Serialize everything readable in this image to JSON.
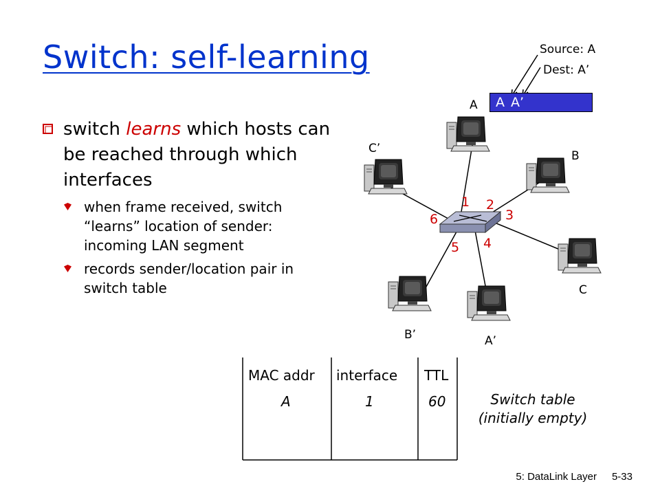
{
  "title": "Switch: self-learning",
  "bullets": {
    "main_pre": "switch ",
    "main_emph": "learns",
    "main_post": " which hosts can be reached through which interfaces",
    "sub1": "when frame received, switch “learns” location of sender: incoming LAN segment",
    "sub2": "records sender/location pair in switch table"
  },
  "frame": {
    "source_label": "Source: A",
    "dest_label": "Dest: A’",
    "src": "A",
    "dst": "A’"
  },
  "hosts": {
    "A": "A",
    "B": "B",
    "C": "C",
    "A_prime": "A’",
    "B_prime": "B’",
    "C_prime": "C’"
  },
  "ports": [
    "1",
    "2",
    "3",
    "4",
    "5",
    "6"
  ],
  "table": {
    "headers": [
      "MAC addr",
      "interface",
      "TTL"
    ],
    "row": [
      "A",
      "1",
      "60"
    ]
  },
  "note": {
    "line1": "Switch table",
    "line2": "(initially empty)"
  },
  "footer": {
    "chapter": "5: DataLink Layer",
    "page": "5-33"
  },
  "colors": {
    "title": "#0033cc",
    "accent": "#cc0000",
    "frame": "#3333cc"
  }
}
